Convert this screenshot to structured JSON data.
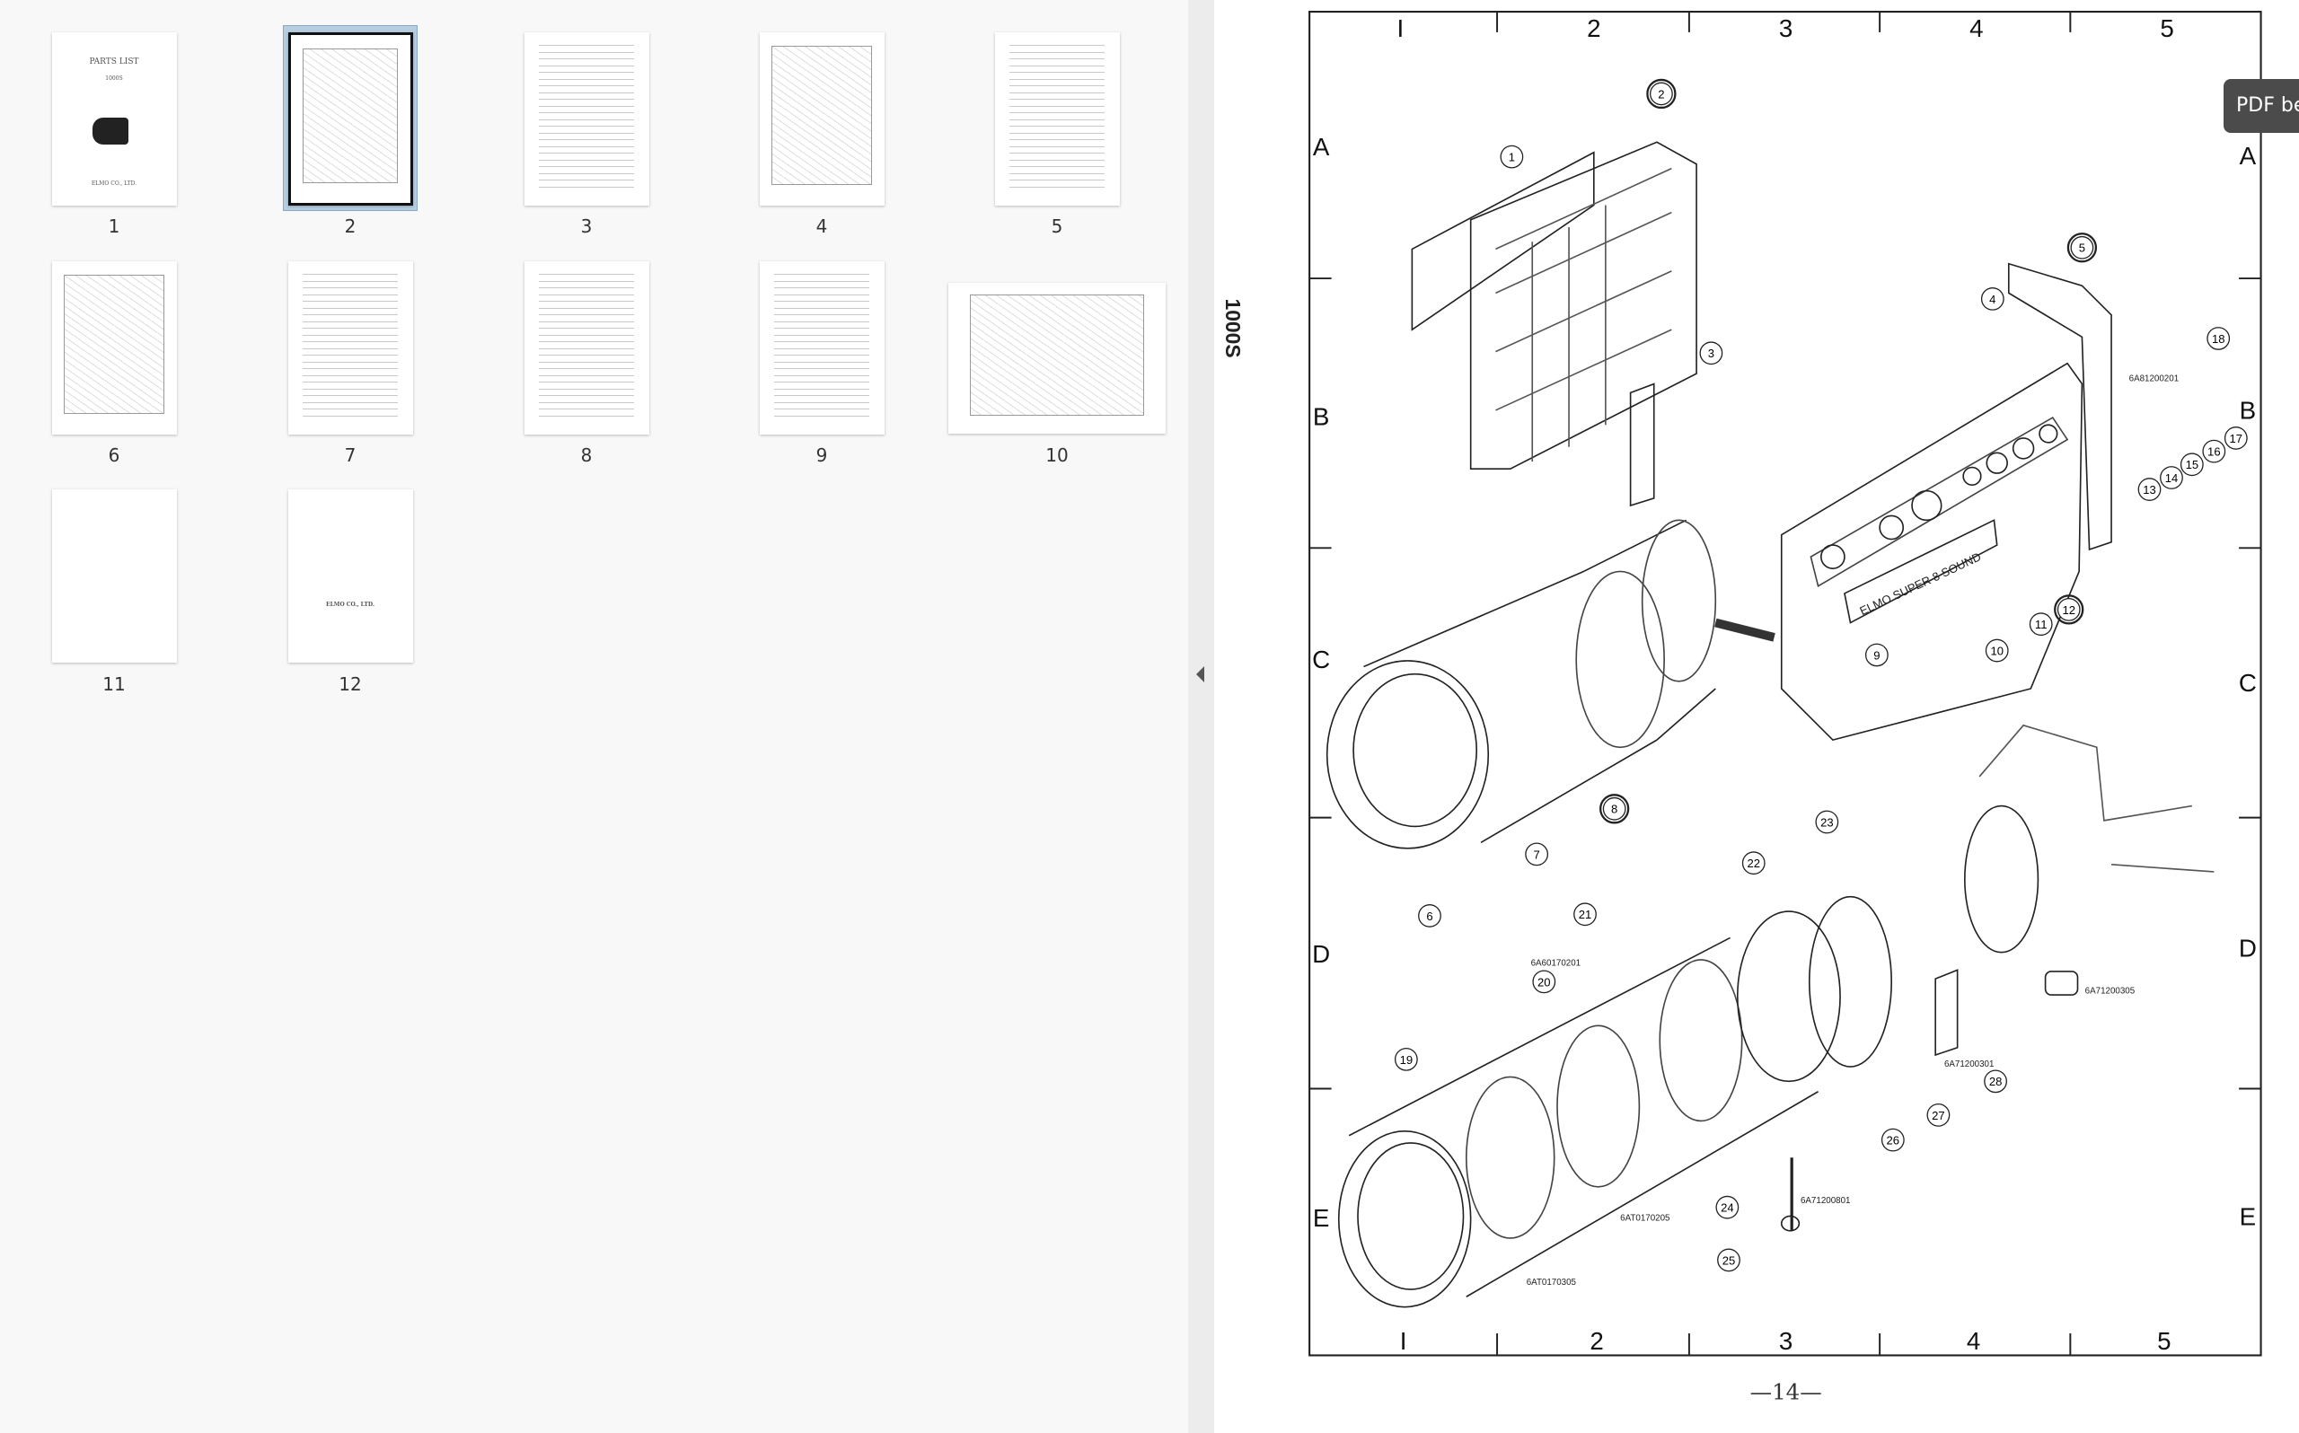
{
  "sidebar": {
    "thumbnails": [
      {
        "label": "1",
        "kind": "cover",
        "lines": [
          "PARTS LIST",
          "1000S",
          "ELMO CO., LTD."
        ]
      },
      {
        "label": "2",
        "kind": "drawing",
        "selected": true
      },
      {
        "label": "3",
        "kind": "table"
      },
      {
        "label": "4",
        "kind": "drawing"
      },
      {
        "label": "5",
        "kind": "table"
      },
      {
        "label": "6",
        "kind": "drawing"
      },
      {
        "label": "7",
        "kind": "table"
      },
      {
        "label": "8",
        "kind": "table"
      },
      {
        "label": "9",
        "kind": "table"
      },
      {
        "label": "10",
        "kind": "schematic"
      },
      {
        "label": "11",
        "kind": "blank"
      },
      {
        "label": "12",
        "kind": "back",
        "lines": [
          "ELMO CO., LTD."
        ]
      }
    ]
  },
  "page": {
    "side_label": "1000S",
    "page_number": "—14—",
    "columns": [
      "I",
      "2",
      "3",
      "4",
      "5"
    ],
    "rows": [
      "A",
      "B",
      "C",
      "D",
      "E"
    ],
    "callouts": [
      "1",
      "2",
      "3",
      "4",
      "5",
      "6",
      "7",
      "8",
      "9",
      "10",
      "11",
      "12",
      "13",
      "14",
      "15",
      "16",
      "17",
      "18",
      "19",
      "20",
      "21",
      "22",
      "23",
      "24",
      "25",
      "26",
      "27",
      "28"
    ],
    "part_codes": [
      "6A81200201",
      "6A60170201",
      "6A71200305",
      "6A71200301",
      "6A71200801",
      "6AT0170205",
      "6AT0170305"
    ],
    "nameplate": "ELMO SUPER 8 SOUND"
  },
  "tooltip": {
    "text": "PDF be"
  }
}
